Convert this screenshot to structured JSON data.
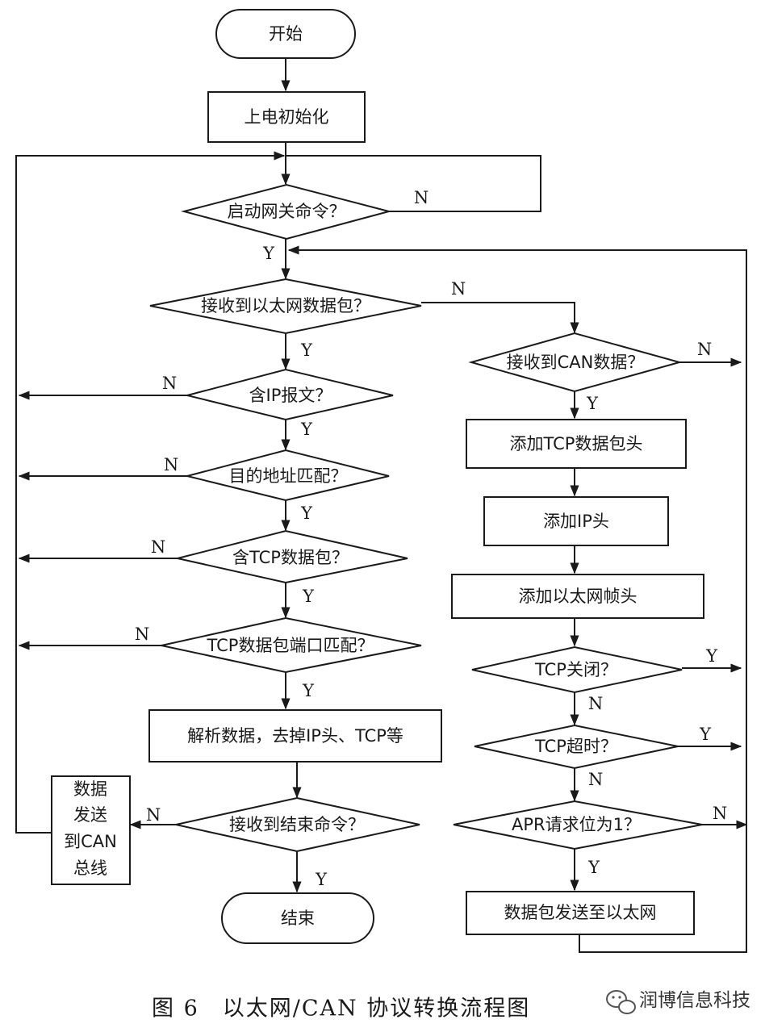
{
  "nodes": {
    "start": "开始",
    "power_init": "上电初始化",
    "start_cmd": "启动网关命令？",
    "recv_eth": "接收到以太网数据包？",
    "has_ip": "含IP报文？",
    "dest_match": "目的地址匹配？",
    "has_tcp": "含TCP数据包？",
    "port_match": "TCP数据包端口匹配？",
    "parse": "解析数据，去掉IP头、TCP等",
    "end_cmd": "接收到结束命令？",
    "send_can_1": "数据",
    "send_can_2": "发送",
    "send_can_3": "到CAN",
    "send_can_4": "总线",
    "end": "结束",
    "recv_can": "接收到CAN数据？",
    "add_tcp": "添加TCP数据包头",
    "add_ip": "添加IP头",
    "add_eth": "添加以太网帧头",
    "tcp_closed": "TCP关闭？",
    "tcp_timeout": "TCP超时？",
    "apr_bit": "APR请求位为1？",
    "send_eth": "数据包发送至以太网"
  },
  "labels": {
    "yes": "Y",
    "no": "N"
  },
  "caption": "图 6　以太网/CAN 协议转换流程图",
  "watermark": "润博信息科技",
  "colors": {
    "line": "#1a1a1a",
    "background": "#ffffff"
  }
}
